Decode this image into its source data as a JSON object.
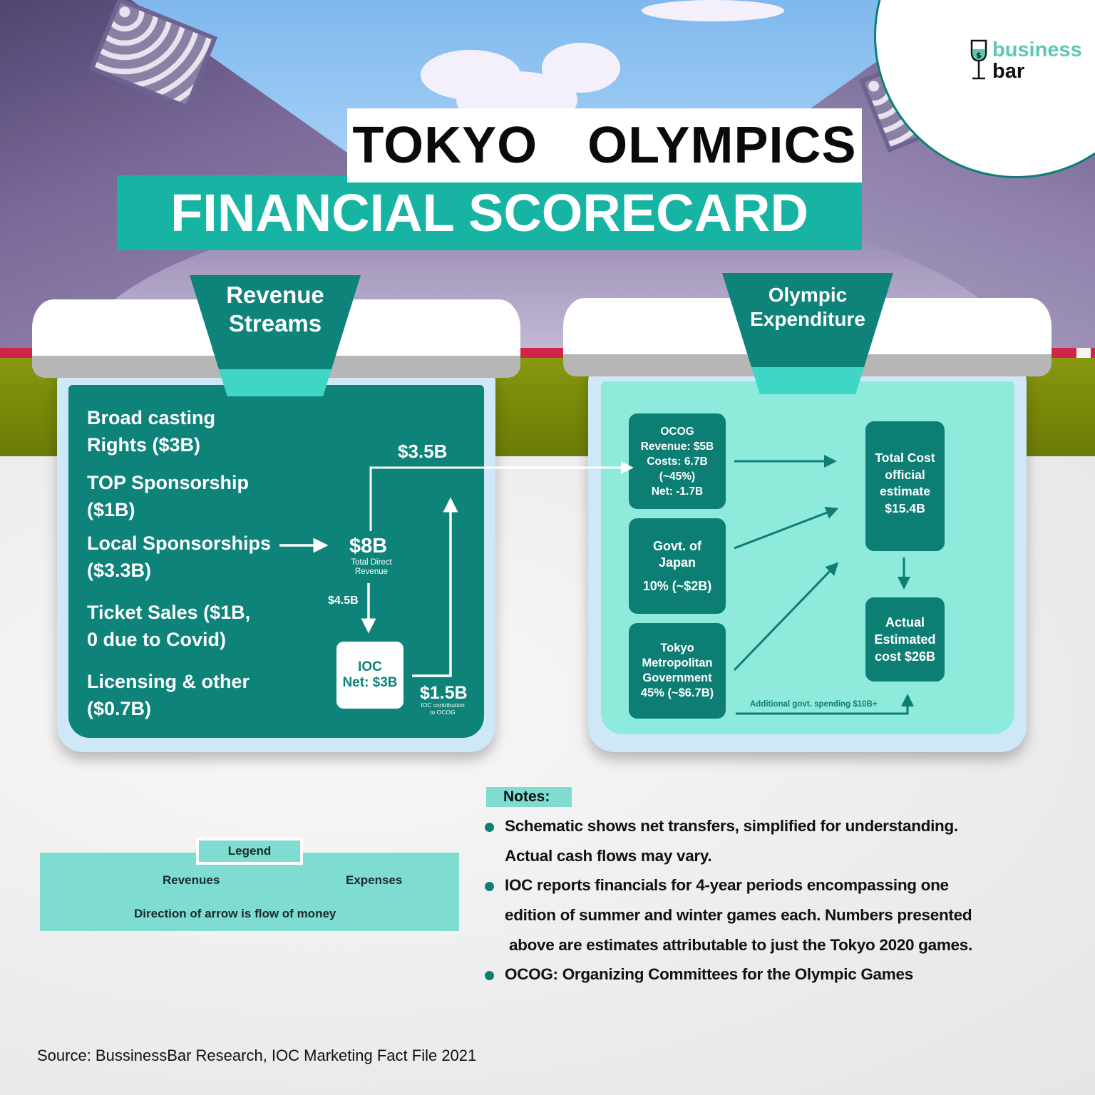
{
  "brand": {
    "line1": "business",
    "line2": "bar",
    "icon": "wine-glass-dollar-icon",
    "colors": {
      "teal_text": "#5cc8b4",
      "ring": "#0f7f73"
    }
  },
  "title": {
    "line1": "TOKYO  OLYMPICS",
    "line2": "FINANCIAL SCORECARD",
    "colors": {
      "banner_teal": "#17b3a3",
      "white_box": "#ffffff"
    }
  },
  "revenue_panel": {
    "tab_label_1": "Revenue",
    "tab_label_2": "Streams",
    "items": [
      {
        "line1": "Broad casting",
        "line2": "Rights ($3B)"
      },
      {
        "line1": "TOP Sponsorship",
        "line2": "($1B)"
      },
      {
        "line1": "Local Sponsorships",
        "line2": "($3.3B)"
      },
      {
        "line1": "Ticket Sales ($1B,",
        "line2": "0 due to Covid)"
      },
      {
        "line1": "Licensing & other",
        "line2": "($0.7B)"
      }
    ],
    "total": {
      "value": "$8B",
      "caption_1": "Total Direct",
      "caption_2": "Revenue"
    },
    "to_ocog": "$3.5B",
    "to_ioc": "$4.5B",
    "ioc_box": {
      "line1": "IOC",
      "line2": "Net: $3B"
    },
    "ioc_contribution": {
      "value": "$1.5B",
      "caption_1": "IOC contribution",
      "caption_2": "to OCOG"
    },
    "colors": {
      "panel_bg": "#0d837a",
      "frame": "#cfe8f8"
    }
  },
  "expenditure_panel": {
    "tab_label_1": "Olympic",
    "tab_label_2": "Expenditure",
    "ocog_box": {
      "title": "OCOG",
      "revenue": "Revenue: $5B",
      "costs": "Costs: 6.7B",
      "share": "(~45%)",
      "net": "Net: -1.7B"
    },
    "japan_box": {
      "line1": "Govt. of",
      "line2": "Japan",
      "line3": "10% (~$2B)"
    },
    "tokyo_box": {
      "line1": "Tokyo",
      "line2": "Metropolitan",
      "line3": "Government",
      "line4": "45% (~$6.7B)"
    },
    "total_cost_box": {
      "line1": "Total Cost",
      "line2": "official",
      "line3": "estimate",
      "line4": "$15.4B"
    },
    "actual_cost_box": {
      "line1": "Actual",
      "line2": "Estimated",
      "line3": "cost $26B"
    },
    "additional_spending": "Additional govt. spending $10B+",
    "colors": {
      "panel_bg": "#8eeadb",
      "box": "#0d7e74"
    }
  },
  "legend": {
    "title": "Legend",
    "revenues_label": "Revenues",
    "expenses_label": "Expenses",
    "caption": "Direction of arrow is flow of money",
    "colors": {
      "revenue_arrow": "#ffffff",
      "expense_arrow": "#0d7e74",
      "bg": "#7fdcd1"
    }
  },
  "notes": {
    "title": "Notes:",
    "items": [
      {
        "lines": [
          "Schematic shows net transfers, simplified for understanding.",
          "Actual cash flows may vary."
        ]
      },
      {
        "lines": [
          "IOC reports financials for 4-year periods encompassing one",
          "edition of summer and winter games each. Numbers presented",
          " above are estimates attributable to just the Tokyo 2020 games."
        ]
      },
      {
        "lines": [
          "OCOG: Organizing Committees for the Olympic Games"
        ]
      }
    ]
  },
  "source": "Source: BussinessBar Research, IOC Marketing Fact File 2021",
  "chart_data": {
    "type": "flow",
    "title": "Tokyo Olympics Financial Scorecard",
    "revenue_streams": [
      {
        "name": "Broadcasting Rights",
        "value_billion_usd": 3
      },
      {
        "name": "TOP Sponsorship",
        "value_billion_usd": 1
      },
      {
        "name": "Local Sponsorships",
        "value_billion_usd": 3.3
      },
      {
        "name": "Ticket Sales",
        "value_billion_usd": 0,
        "note": "$1B planned, 0 due to Covid"
      },
      {
        "name": "Licensing & other",
        "value_billion_usd": 0.7
      }
    ],
    "total_direct_revenue": 8,
    "flows": [
      {
        "from": "Total Direct Revenue",
        "to": "OCOG",
        "value": 3.5,
        "kind": "revenue"
      },
      {
        "from": "Total Direct Revenue",
        "to": "IOC",
        "value": 4.5,
        "kind": "revenue"
      },
      {
        "from": "IOC",
        "to": "OCOG",
        "value": 1.5,
        "kind": "revenue"
      },
      {
        "from": "OCOG",
        "to": "Total Cost",
        "value": 6.7,
        "kind": "expense"
      },
      {
        "from": "Govt. of Japan",
        "to": "Total Cost",
        "value": 2,
        "kind": "expense"
      },
      {
        "from": "Tokyo Metropolitan Government",
        "to": "Total Cost",
        "value": 6.7,
        "kind": "expense"
      },
      {
        "from": "Total Cost",
        "to": "Actual Estimated Cost",
        "kind": "expense"
      },
      {
        "from": "Tokyo Metropolitan Government",
        "to": "Actual Estimated Cost",
        "value": 10,
        "label": "Additional govt. spending $10B+",
        "kind": "expense"
      }
    ],
    "ioc_net": 3,
    "ocog": {
      "revenue": 5,
      "costs": 6.7,
      "cost_share_pct": 45,
      "net": -1.7
    },
    "govt_japan": {
      "share_pct": 10,
      "value": 2
    },
    "tokyo_metro_govt": {
      "share_pct": 45,
      "value": 6.7
    },
    "total_cost_official_estimate": 15.4,
    "actual_estimated_cost": 26,
    "units": "USD billions"
  }
}
